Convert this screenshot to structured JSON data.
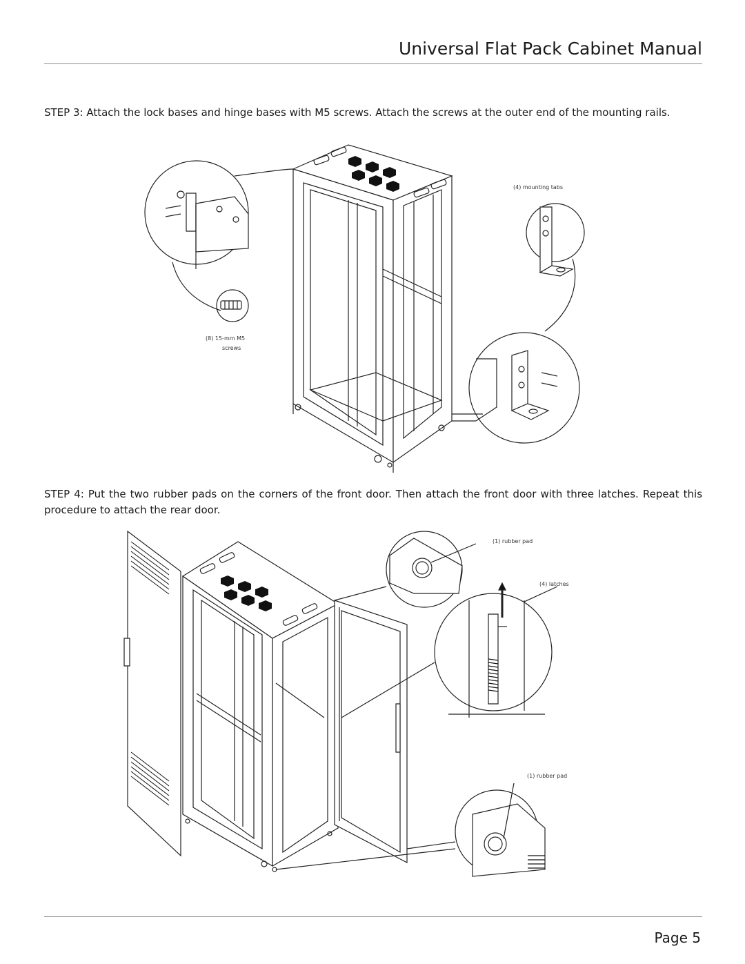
{
  "header": {
    "title": "Universal Flat Pack Cabinet Manual"
  },
  "steps": [
    {
      "label": "STEP 3:",
      "text": " Attach the lock bases and hinge bases with M5 screws. Attach the screws at the outer end of the mounting rails."
    },
    {
      "label": "STEP 4:",
      "text": " Put the two rubber pads on the corners of the front door. Then attach the front door with three latches. Repeat this procedure to attach the rear door."
    }
  ],
  "figure3": {
    "callouts": {
      "mounting_tabs": "(4) mounting tabs",
      "screws_line1": "(8) 15-mm M5",
      "screws_line2": "screws"
    }
  },
  "figure4": {
    "callouts": {
      "rubber_pad_top": "(1) rubber pad",
      "latches": "(4) latches",
      "rubber_pad_bottom": "(1) rubber pad"
    }
  },
  "footer": {
    "page": "Page 5"
  }
}
